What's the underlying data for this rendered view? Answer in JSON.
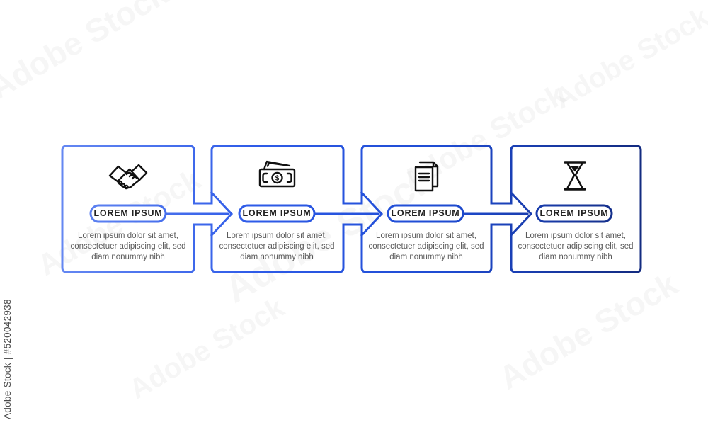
{
  "credit": "Adobe Stock | #520042938",
  "watermark_label": "Adobe Stock",
  "steps": [
    {
      "icon": "handshake-icon",
      "label": "LOREM IPSUM",
      "body_lines": [
        "Lorem ipsum dolor sit amet,",
        "consectetuer adipiscing elit, sed",
        "diam nonummy nibh"
      ]
    },
    {
      "icon": "money-icon",
      "label": "LOREM IPSUM",
      "body_lines": [
        "Lorem ipsum dolor sit amet,",
        "consectetuer adipiscing elit, sed",
        "diam nonummy nibh"
      ]
    },
    {
      "icon": "documents-icon",
      "label": "LOREM IPSUM",
      "body_lines": [
        "Lorem ipsum dolor sit amet,",
        "consectetuer adipiscing elit, sed",
        "diam nonummy nibh"
      ]
    },
    {
      "icon": "hourglass-icon",
      "label": "LOREM IPSUM",
      "body_lines": [
        "Lorem ipsum dolor sit amet,",
        "consectetuer adipiscing elit, sed",
        "diam nonummy nibh"
      ]
    }
  ],
  "colors": {
    "step1_blue": "#6487f2",
    "step2_blue": "#2e5be8",
    "step3_blue": "#1e4bd2",
    "step4_navy": "#132b80",
    "icon_stroke": "#111111",
    "label_text": "#222222",
    "body_text": "#5a5a5a",
    "credit_text": "#4b4b4b",
    "background": "#ffffff"
  }
}
